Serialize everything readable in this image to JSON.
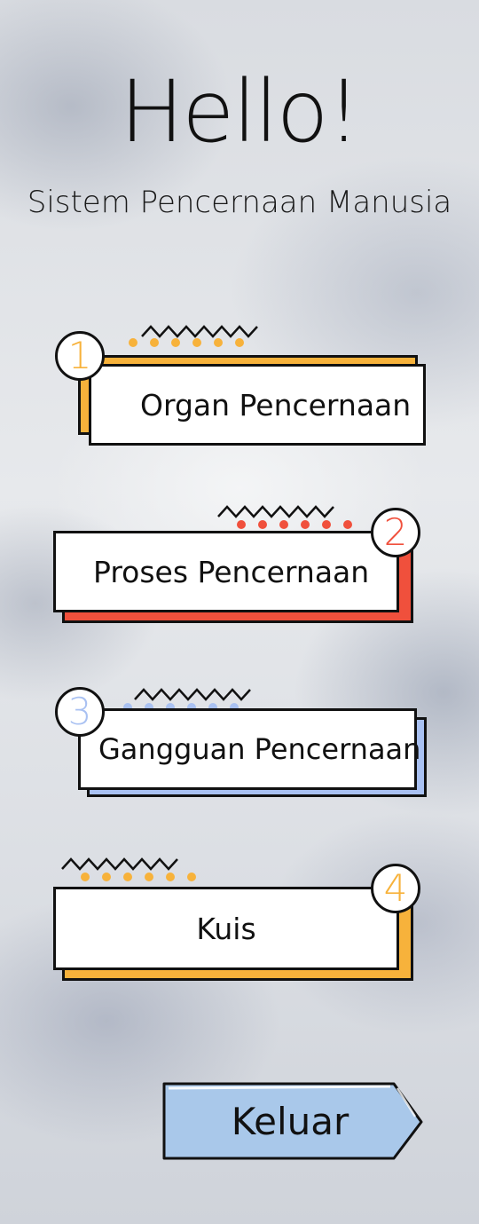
{
  "header": {
    "title": "Hello!",
    "subtitle": "Sistem Pencernaan Manusia"
  },
  "menu": [
    {
      "number": "1",
      "label": "Organ Pencernaan",
      "accent": "#f7b23b"
    },
    {
      "number": "2",
      "label": "Proses Pencernaan",
      "accent": "#f0503c"
    },
    {
      "number": "3",
      "label": "Gangguan Pencernaan",
      "accent": "#a9c1f2"
    },
    {
      "number": "4",
      "label": "Kuis",
      "accent": "#f7b23b"
    }
  ],
  "exit_button": {
    "label": "Keluar",
    "color": "#a9c8ea"
  }
}
